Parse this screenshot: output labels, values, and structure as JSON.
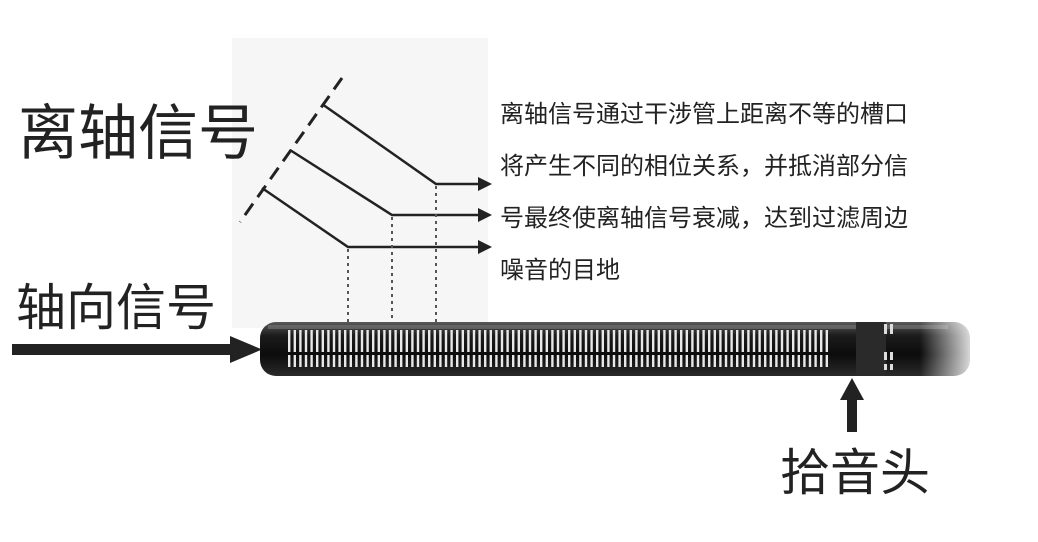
{
  "labels": {
    "off_axis": "离轴信号",
    "on_axis": "轴向信号",
    "capsule": "拾音头"
  },
  "description": {
    "lines": [
      "离轴信号通过干涉管上距离不等的槽口",
      "将产生不同的相位关系，并抵消部分信",
      "号最终使离轴信号衰减，达到过滤周边",
      "噪音的目地"
    ]
  },
  "colors": {
    "text": "#222222",
    "line": "#222222",
    "tube": "#111111",
    "slot": "#e8e8e8",
    "panel": "#f6f6f6"
  }
}
